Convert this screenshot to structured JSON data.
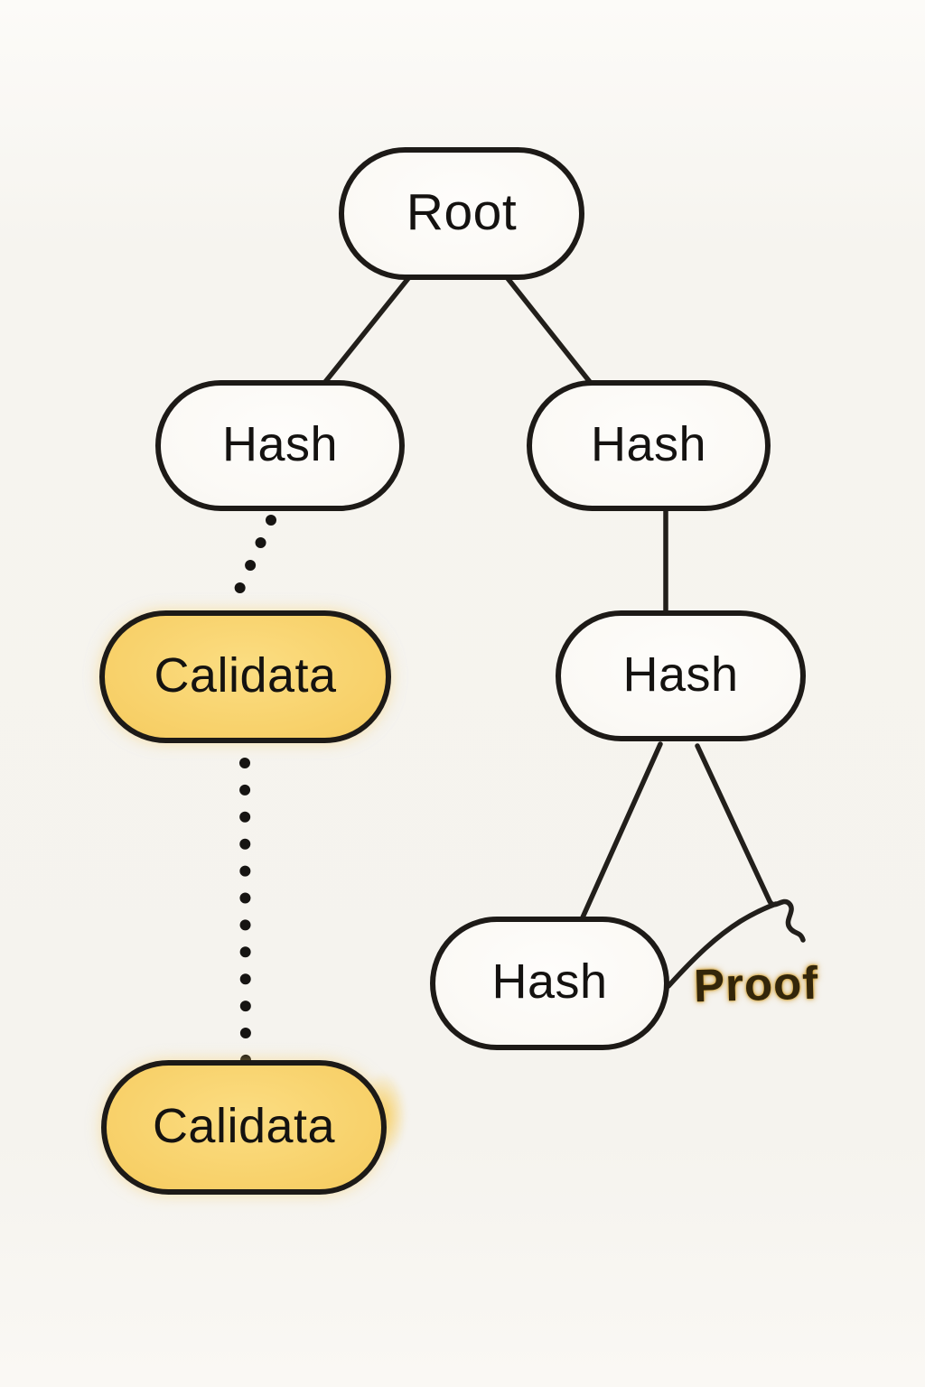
{
  "page": {
    "background_color": "#f5f3ee"
  },
  "palette": {
    "ink": "#1d1a17",
    "hash_node_fill": "#fbf9f5",
    "data_node_fill": "#f8d26c",
    "proof_text_color": "#33260a",
    "proof_glow_color": "#cb941f"
  },
  "diagram": {
    "type": "merkle-tree",
    "nodes": [
      {
        "id": "root",
        "label": "Root",
        "kind": "hash"
      },
      {
        "id": "hash-left",
        "label": "Hash",
        "kind": "hash"
      },
      {
        "id": "hash-right",
        "label": "Hash",
        "kind": "hash"
      },
      {
        "id": "hash-mid",
        "label": "Hash",
        "kind": "hash"
      },
      {
        "id": "hash-leaf",
        "label": "Hash",
        "kind": "hash"
      },
      {
        "id": "calidata-top",
        "label": "Calidata",
        "kind": "data"
      },
      {
        "id": "calidata-bottom",
        "label": "Calidata",
        "kind": "data"
      }
    ],
    "edges": [
      {
        "from": "root",
        "to": "hash-left",
        "style": "solid"
      },
      {
        "from": "root",
        "to": "hash-right",
        "style": "solid"
      },
      {
        "from": "hash-right",
        "to": "hash-mid",
        "style": "solid"
      },
      {
        "from": "hash-mid",
        "to": "hash-leaf",
        "style": "solid"
      },
      {
        "from": "hash-mid",
        "to": "proof-branch",
        "style": "solid"
      },
      {
        "from": "hash-left",
        "to": "calidata-top",
        "style": "dotted"
      },
      {
        "from": "calidata-top",
        "to": "calidata-bottom",
        "style": "dotted"
      }
    ],
    "annotations": {
      "proof": {
        "label": "Proof",
        "points_to": "hash-leaf"
      }
    }
  }
}
